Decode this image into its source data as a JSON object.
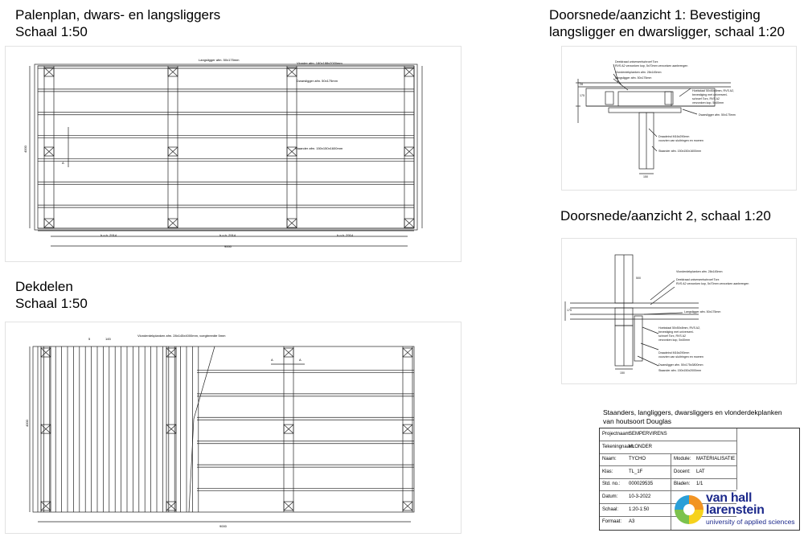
{
  "headings": {
    "plan_line1": "Palenplan, dwars- en langsliggers",
    "plan_line2": "Schaal 1:50",
    "deck_line1": "Dekdelen",
    "deck_line2": "Schaal 1:50",
    "section1_line1": "Doorsnede/aanzicht 1: Bevestiging",
    "section1_line2": "langsligger en dwarsligger, schaal 1:20",
    "section2": "Doorsnede/aanzicht 2, schaal 1:20"
  },
  "plan_drawing": {
    "labels": {
      "langsligger": "Langsligger afm. 50x175mm",
      "vlonder_top": "Vlonder afm. 180x188x2000mm",
      "dwarsligger": "Dwarsligger afm. 50x175mm",
      "staander": "Staander afm. 150x150x1600mm",
      "section_mark": "A"
    },
    "dims": {
      "span1": "h.o.h. 2914",
      "span2": "h.o.h. 2914",
      "span3": "h.o.h. 2914",
      "total_width": "9000",
      "total_height": "4000"
    }
  },
  "deck_drawing": {
    "labels": {
      "planks": "Vlonderdekplanken afm. 28x145x4000mm, voegbreedte 5mm",
      "section_mark": "A",
      "dim_top1": "5",
      "dim_top2": "145"
    },
    "dims": {
      "total_width": "9000",
      "total_height": "4000"
    }
  },
  "section1_drawing": {
    "labels": {
      "l1": "Deeldraad universeelschroef Torx",
      "l2": "RVS A2 verzonken kop, 5x70mm verzonken aanbrengen",
      "l3": "Vlonderdekplanken afm. 28x145mm",
      "l4": "Langsligger afm. 50x175mm",
      "l5": "Hoekstaal 50x50x8mm, RVS A2,",
      "l6": "bevestiging met universeel-",
      "l7": "schroef Torx, RVS A2",
      "l8": "verzonken kop, 5x40mm",
      "l9": "Dwarsligger afm. 50x175mm",
      "l10": "Draadeind M16x290mm",
      "l11": "voorzien van sluitringen en moeren",
      "l12": "Staander afm. 150x150x1600mm",
      "d1": "28",
      "d2": "175",
      "d3": "150"
    }
  },
  "section2_drawing": {
    "labels": {
      "l1": "Vlonderdekplanken afm. 28x145mm",
      "l2": "Deeldraad universeelschroef Torx",
      "l3": "RVS A2 verzonken kop, 5x70mm verzonken aanbrengen",
      "l4": "Langsligger afm. 50x175mm",
      "l5": "Hoekstaal 50x50x8mm, RVS A2,",
      "l6": "bevestiging met universeel-",
      "l7": "schroef Torx, RVS A2",
      "l8": "verzonken kop, 5x40mm",
      "l9": "Draadeind M16x290mm",
      "l10": "voorzien van sluitringen en moeren",
      "l11": "Dwarsligger afm. 50x175x3800mm",
      "l12": "Staander afm. 150x150x2000mm",
      "d1": "500",
      "d2": "175",
      "d3": "150"
    }
  },
  "title_block": {
    "caption_line1": "Staanders, langliggers, dwarsliggers en vlonderdekplanken",
    "caption_line2": "van houtsoort Douglas",
    "rows": [
      {
        "label": "Projectnaam:",
        "value": "SEMPERVIRENS"
      },
      {
        "label": "Tekeningnaam:",
        "value": "VLONDER"
      },
      {
        "label": "Naam:",
        "value": "TYCHO",
        "label2": "Module:",
        "value2": "MATERIALISATIE"
      },
      {
        "label": "Klas:",
        "value": "TL_1F",
        "label2": "Docent:",
        "value2": "LAT"
      },
      {
        "label": "Std. no.:",
        "value": "000029535",
        "label2": "Bladen:",
        "value2": "1/1"
      },
      {
        "label": "Datum:",
        "value": "10-3-2022"
      },
      {
        "label": "Schaal:",
        "value": "1:20-1:50"
      },
      {
        "label": "Formaat:",
        "value": "A3"
      }
    ]
  },
  "logo": {
    "line1": "van hall",
    "line2": "larenstein",
    "line3": "university of applied sciences",
    "colors": {
      "navy": "#1d2a8c",
      "orange": "#f29423",
      "yellow": "#f6d21c",
      "green": "#7cc24d",
      "blue": "#2a9fd8"
    }
  }
}
